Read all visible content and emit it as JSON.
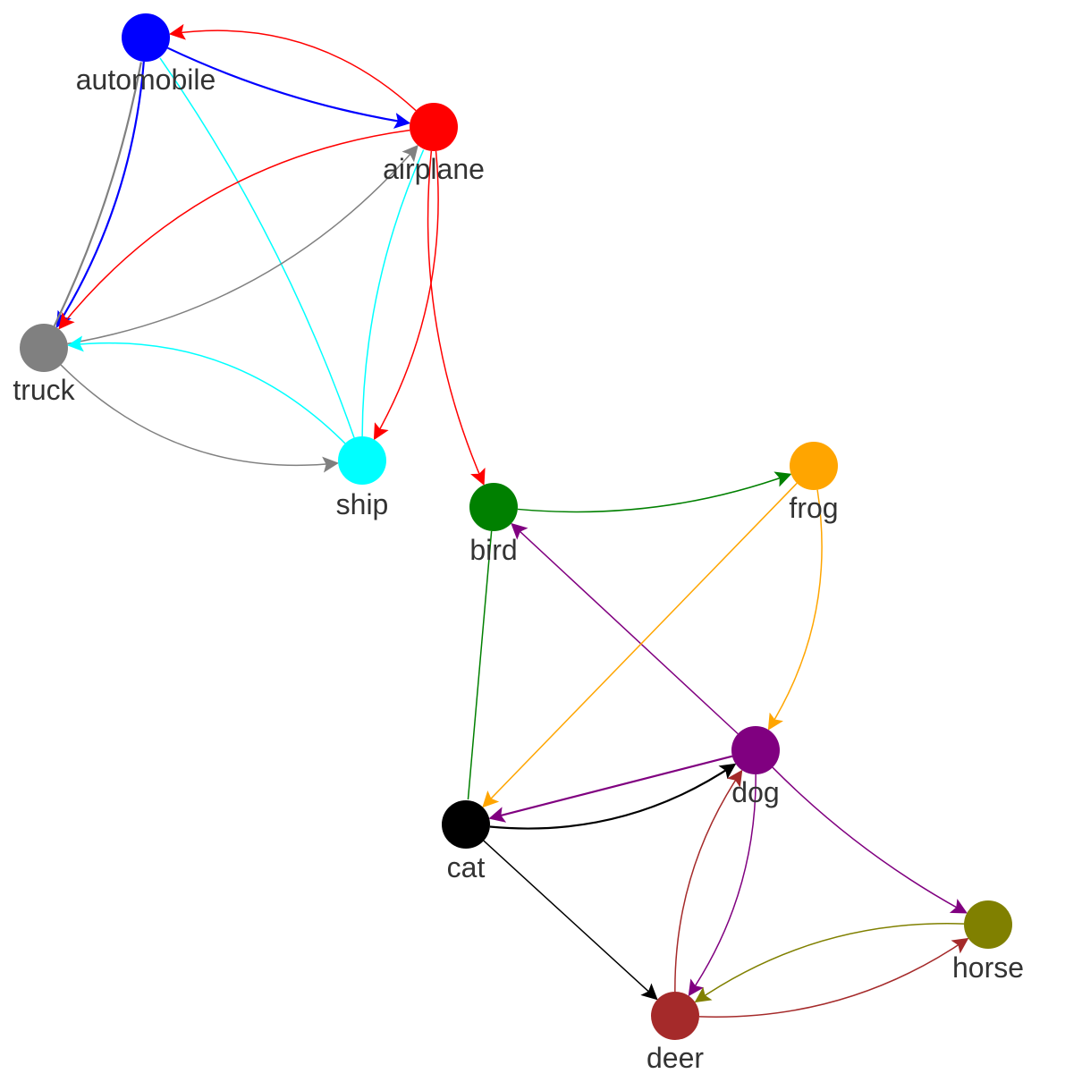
{
  "nodes": [
    {
      "id": "automobile",
      "label": "automobile",
      "color": "#0000FF"
    },
    {
      "id": "airplane",
      "label": "airplane",
      "color": "#FF0000"
    },
    {
      "id": "truck",
      "label": "truck",
      "color": "#808080"
    },
    {
      "id": "ship",
      "label": "ship",
      "color": "#00FFFF"
    },
    {
      "id": "bird",
      "label": "bird",
      "color": "#008000"
    },
    {
      "id": "frog",
      "label": "frog",
      "color": "#FFA500"
    },
    {
      "id": "dog",
      "label": "dog",
      "color": "#800080"
    },
    {
      "id": "cat",
      "label": "cat",
      "color": "#000000"
    },
    {
      "id": "horse",
      "label": "horse",
      "color": "#808000"
    },
    {
      "id": "deer",
      "label": "deer",
      "color": "#A52A2A"
    }
  ],
  "edges": [
    {
      "source": "airplane",
      "target": "automobile"
    },
    {
      "source": "automobile",
      "target": "airplane"
    },
    {
      "source": "automobile",
      "target": "truck"
    },
    {
      "source": "truck",
      "target": "automobile"
    },
    {
      "source": "ship",
      "target": "automobile"
    },
    {
      "source": "truck",
      "target": "airplane"
    },
    {
      "source": "airplane",
      "target": "truck"
    },
    {
      "source": "airplane",
      "target": "ship"
    },
    {
      "source": "ship",
      "target": "airplane"
    },
    {
      "source": "airplane",
      "target": "bird"
    },
    {
      "source": "ship",
      "target": "truck"
    },
    {
      "source": "truck",
      "target": "ship"
    },
    {
      "source": "bird",
      "target": "frog"
    },
    {
      "source": "dog",
      "target": "bird"
    },
    {
      "source": "bird",
      "target": "cat"
    },
    {
      "source": "frog",
      "target": "cat"
    },
    {
      "source": "frog",
      "target": "dog"
    },
    {
      "source": "cat",
      "target": "dog"
    },
    {
      "source": "dog",
      "target": "cat"
    },
    {
      "source": "cat",
      "target": "deer"
    },
    {
      "source": "dog",
      "target": "deer"
    },
    {
      "source": "deer",
      "target": "dog"
    },
    {
      "source": "dog",
      "target": "horse"
    },
    {
      "source": "deer",
      "target": "horse"
    },
    {
      "source": "horse",
      "target": "deer"
    }
  ]
}
